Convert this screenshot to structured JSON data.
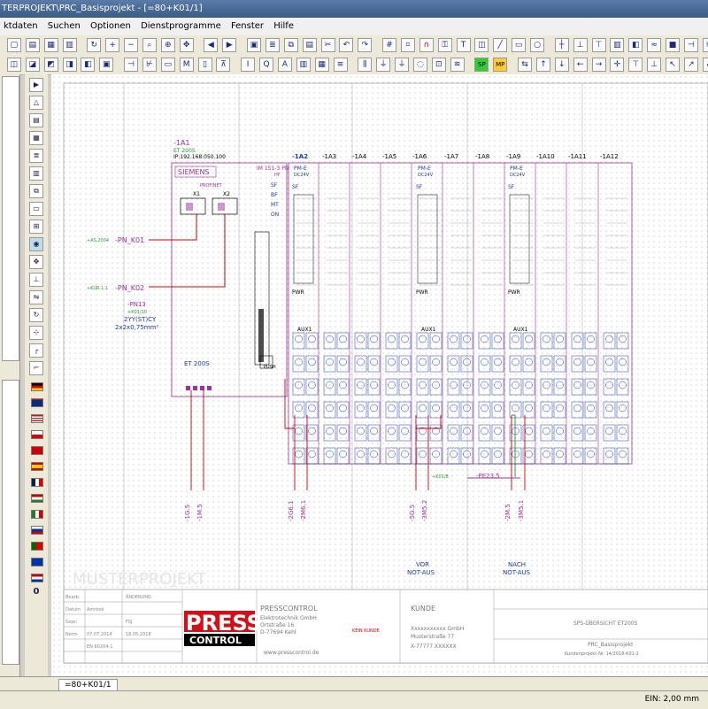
{
  "window": {
    "title": "TERPROJEKT\\PRC_Basisprojekt - [=80+K01/1]"
  },
  "menu": [
    "ktdaten",
    "Suchen",
    "Optionen",
    "Dienstprogramme",
    "Fenster",
    "Hilfe"
  ],
  "toolbar": {
    "sp_label": "SP",
    "mp_label": "MP"
  },
  "flags_lang": [
    "de",
    "gb",
    "us",
    "cz",
    "dk",
    "es",
    "fr",
    "hu",
    "it",
    "ru",
    "pt",
    "is",
    "nl"
  ],
  "left_button_zero": "0",
  "tab": {
    "label": "=80+K01/1"
  },
  "status": {
    "zoom": "EIN: 2,00 mm"
  },
  "colors": {
    "magenta": "#a0309a",
    "red": "#d00000",
    "green": "#2a9a2a",
    "blue": "#1a3ab0"
  },
  "drawing": {
    "head_label": "-1A1",
    "head_sub": "ET 200S",
    "ip": "IP:192.168.050.100",
    "brand": "SIEMENS",
    "profinet": "PROFINET",
    "x1": "X1",
    "x2": "X2",
    "im_title": "IM 151-3 PN",
    "im_sub": "HF",
    "leds": [
      "SF",
      "BF",
      "MT",
      "ON"
    ],
    "pn1_ref": "+AS.2004",
    "pn1": "-PN_K01",
    "pn2_ref": "+KUR.1.1",
    "pn2": "-PN_K02",
    "pn13": "-PN13",
    "pn13_sub": "+K01/10",
    "cable": "2YY(ST)CY",
    "cable_sub": "2x2x0,75mm²",
    "et200s": "ET 200S",
    "push": "PUSH",
    "module_labels": [
      "-1A2",
      "-1A3",
      "-1A4",
      "-1A5",
      "-1A6",
      "-1A7",
      "-1A8",
      "-1A9",
      "-1A10",
      "-1A11",
      "-1A12"
    ],
    "pm_e": "PM-E",
    "dc24v": "DC24V",
    "sf": "SF",
    "pwr": "PWR",
    "aux": "AUX1",
    "pe_ref": "+K01/8",
    "pe": "-PE23.5",
    "wire_labels": [
      "-1G.5",
      "-1M.5",
      "-2G6.1",
      "-2M6.1",
      "-5G.5",
      "-3M5.2",
      "-2M.5",
      "-3M5.1"
    ],
    "vor_1": "VOR",
    "vor_2": "NOT-AUS",
    "nach_1": "NACH",
    "nach_2": "NOT-AUS",
    "watermark": "MUSTERPROJEKT"
  },
  "titleblock": {
    "cells": [
      "Bearb.",
      "Datum",
      "Gepr.",
      "Norm",
      "ÄNDERUNG"
    ],
    "values": [
      "Amrbok",
      "FSJ",
      "07.07.2014",
      "18.05.2018",
      "EN 60204-1"
    ],
    "logo_top": "PRESS",
    "logo_bottom": "CONTROL",
    "company": "PRESSCONTROL",
    "company_lines": [
      "Elektrotechnik GmbH",
      "Ortstraße 16",
      "D-77694 Kehl",
      "www.presscontrol.de"
    ],
    "stamp": "KEIN KUNDE",
    "kunde": "KUNDE",
    "kunde_lines": [
      "Xxxxxxxxxxx GmbH",
      "Musterstraße 77",
      "X-77777   XXXXXX"
    ],
    "sheet_title": "SPS-ÜBERSICHT ET200S",
    "project": "PRC_Basisprojekt",
    "doc_id": "Kundenprojekt-Nr. 14/2018-K01-1"
  }
}
